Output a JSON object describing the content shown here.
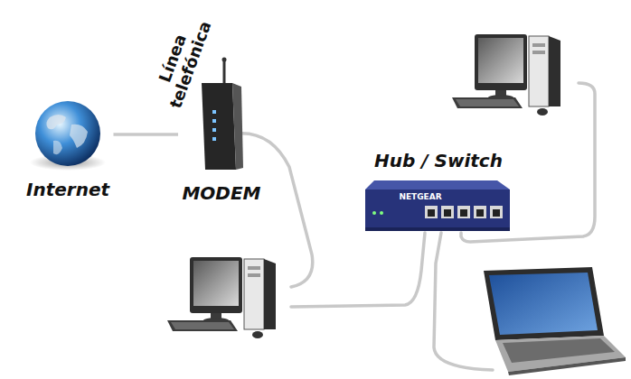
{
  "diagram": {
    "nodes": [
      {
        "text": [
          "Internet"
        ]
      },
      {
        "text": [
          "MODEM"
        ]
      },
      {
        "text": [
          "Hub / Switch"
        ]
      }
    ],
    "edges": [
      {
        "from": 0,
        "to": 1,
        "arrow": "none"
      }
    ],
    "labels": [
      "Línea telefónica",
      "NETGEAR"
    ]
  }
}
